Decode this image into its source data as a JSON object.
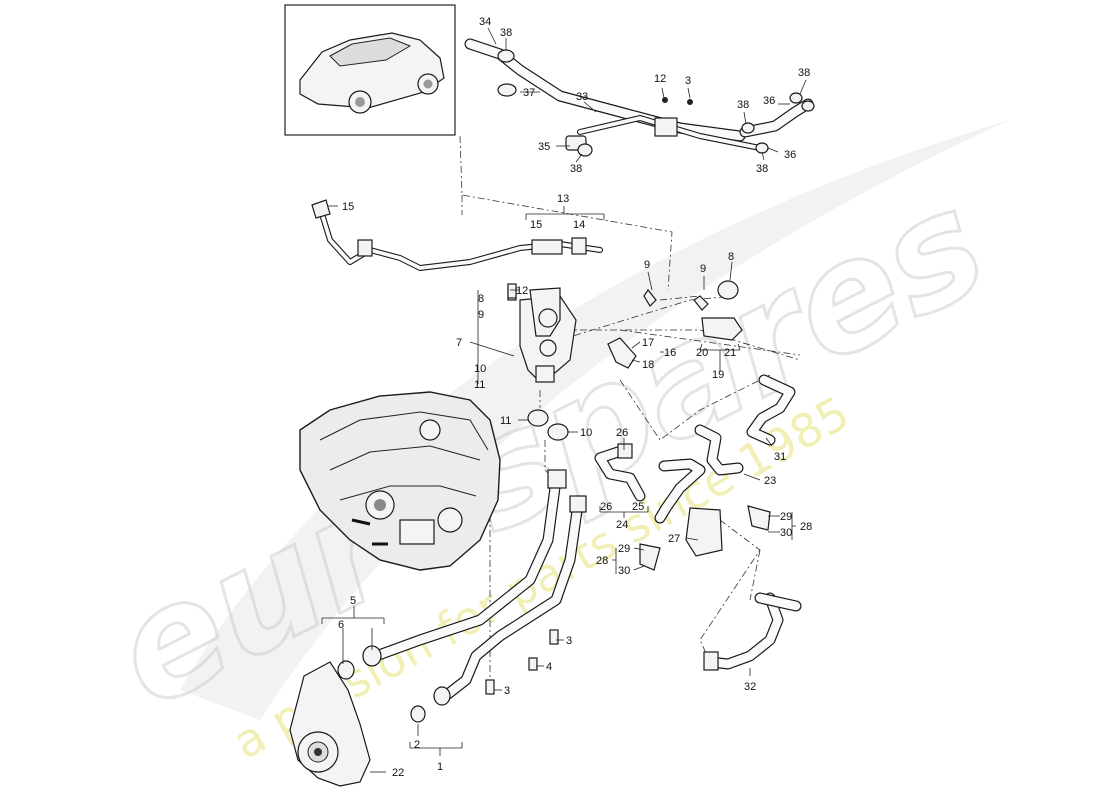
{
  "watermark": {
    "brand": "eurospares",
    "tagline": "a passion for parts since 1985"
  },
  "callouts": [
    {
      "id": "c34",
      "text": "34"
    },
    {
      "id": "c38a",
      "text": "38"
    },
    {
      "id": "c37",
      "text": "37"
    },
    {
      "id": "c33",
      "text": "33"
    },
    {
      "id": "c12a",
      "text": "12"
    },
    {
      "id": "c3a",
      "text": "3"
    },
    {
      "id": "c38b",
      "text": "38"
    },
    {
      "id": "c36a",
      "text": "36"
    },
    {
      "id": "c38c",
      "text": "38"
    },
    {
      "id": "c36b",
      "text": "36"
    },
    {
      "id": "c38d",
      "text": "38"
    },
    {
      "id": "c35",
      "text": "35"
    },
    {
      "id": "c38e",
      "text": "38"
    },
    {
      "id": "c15a",
      "text": "15"
    },
    {
      "id": "c13",
      "text": "13"
    },
    {
      "id": "c15b",
      "text": "15"
    },
    {
      "id": "c14",
      "text": "14"
    },
    {
      "id": "c9a",
      "text": "9"
    },
    {
      "id": "c9b",
      "text": "9"
    },
    {
      "id": "c8a",
      "text": "8"
    },
    {
      "id": "c12b",
      "text": "12"
    },
    {
      "id": "c8b",
      "text": "8"
    },
    {
      "id": "c9c",
      "text": "9"
    },
    {
      "id": "c7",
      "text": "7"
    },
    {
      "id": "c10a",
      "text": "10"
    },
    {
      "id": "c11a",
      "text": "11"
    },
    {
      "id": "c17",
      "text": "17"
    },
    {
      "id": "c16",
      "text": "16"
    },
    {
      "id": "c18",
      "text": "18"
    },
    {
      "id": "c20",
      "text": "20"
    },
    {
      "id": "c21",
      "text": "21"
    },
    {
      "id": "c19",
      "text": "19"
    },
    {
      "id": "c11b",
      "text": "11"
    },
    {
      "id": "c10b",
      "text": "10"
    },
    {
      "id": "c26a",
      "text": "26"
    },
    {
      "id": "c31",
      "text": "31"
    },
    {
      "id": "c23",
      "text": "23"
    },
    {
      "id": "c26b",
      "text": "26"
    },
    {
      "id": "c25",
      "text": "25"
    },
    {
      "id": "c24",
      "text": "24"
    },
    {
      "id": "c29a",
      "text": "29"
    },
    {
      "id": "c30a",
      "text": "30"
    },
    {
      "id": "c28a",
      "text": "28"
    },
    {
      "id": "c27",
      "text": "27"
    },
    {
      "id": "c29b",
      "text": "29"
    },
    {
      "id": "c28b",
      "text": "28"
    },
    {
      "id": "c30b",
      "text": "30"
    },
    {
      "id": "c5",
      "text": "5"
    },
    {
      "id": "c6",
      "text": "6"
    },
    {
      "id": "c3b",
      "text": "3"
    },
    {
      "id": "c4",
      "text": "4"
    },
    {
      "id": "c3c",
      "text": "3"
    },
    {
      "id": "c32",
      "text": "32"
    },
    {
      "id": "c22",
      "text": "22"
    },
    {
      "id": "c2",
      "text": "2"
    },
    {
      "id": "c1",
      "text": "1"
    }
  ]
}
